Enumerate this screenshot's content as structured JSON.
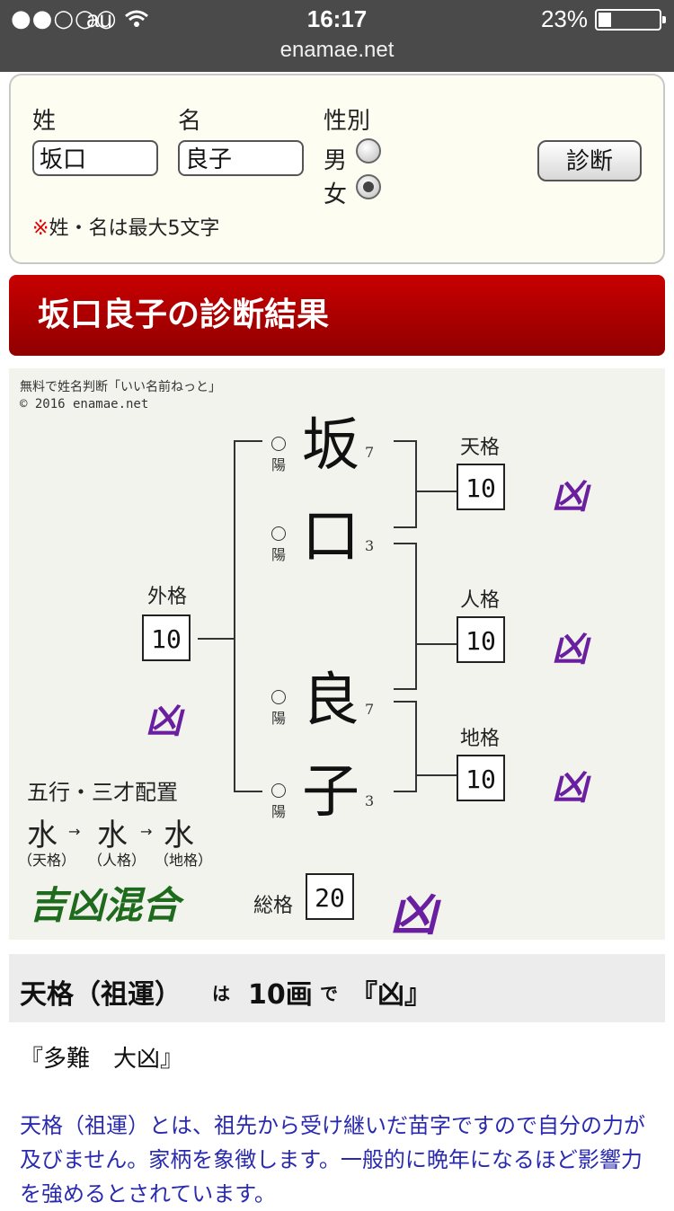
{
  "status": {
    "signal": "●●○○○",
    "carrier": "au",
    "time": "16:17",
    "battery": "23%",
    "url": "enamae.net"
  },
  "form": {
    "sei_label": "姓",
    "mei_label": "名",
    "gender_label": "性別",
    "sei_value": "坂口",
    "mei_value": "良子",
    "male_label": "男",
    "female_label": "女",
    "selected": "女",
    "submit_label": "診断",
    "note_mark": "※",
    "note_text": "姓・名は最大5文字"
  },
  "banner": {
    "title": "坂口良子の診断結果"
  },
  "diagram": {
    "credit1": "無料で姓名判断「いい名前ねっと」",
    "credit2": "© 2016 enamae.net",
    "chars": [
      {
        "char": "坂",
        "strokes": "7",
        "yinyang": "陽"
      },
      {
        "char": "口",
        "strokes": "3",
        "yinyang": "陽"
      },
      {
        "char": "良",
        "strokes": "7",
        "yinyang": "陽"
      },
      {
        "char": "子",
        "strokes": "3",
        "yinyang": "陽"
      }
    ],
    "tenkaku": {
      "label": "天格",
      "value": "10",
      "fortune": "凶"
    },
    "jinkaku": {
      "label": "人格",
      "value": "10",
      "fortune": "凶"
    },
    "chikaku": {
      "label": "地格",
      "value": "10",
      "fortune": "凶"
    },
    "gaikaku": {
      "label": "外格",
      "value": "10",
      "fortune": "凶"
    },
    "soukaku": {
      "label": "総格",
      "value": "20",
      "fortune": "凶"
    },
    "gogyo_title": "五行・三才配置",
    "elements": [
      "水",
      "水",
      "水"
    ],
    "arrow": "→",
    "element_labels": [
      "（天格）",
      "（人格）",
      "（地格）"
    ],
    "mix_label": "吉凶混合"
  },
  "section": {
    "title": "天格（祖運）",
    "wa": "は",
    "count": "10画",
    "de": "で",
    "result": "『凶』",
    "subtitle": "『多難　大凶』",
    "description": "天格（祖運）とは、祖先から受け継いだ苗字ですので自分の力が及びません。家柄を象徴します。一般的に晩年になるほど影響力を強めるとされています。"
  }
}
